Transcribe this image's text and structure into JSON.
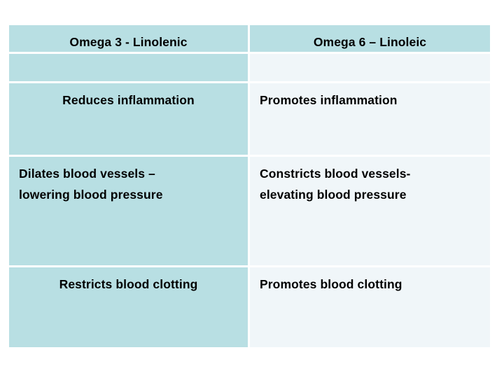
{
  "table": {
    "columns": [
      {
        "header": "Omega 3 - Linolenic",
        "align": "center"
      },
      {
        "header": "Omega 6 – Linoleic",
        "align": "center"
      }
    ],
    "spacer_row": {
      "left": "",
      "right": ""
    },
    "rows": [
      {
        "left": "Reduces inflammation",
        "right": "Promotes inflammation"
      },
      {
        "left": "Dilates blood vessels –\nlowering blood pressure",
        "right": "Constricts blood vessels-\nelevating blood pressure"
      },
      {
        "left": "Restricts blood clotting",
        "right": "Promotes blood clotting"
      }
    ]
  },
  "colors": {
    "page_background": "#ffffff",
    "left_column_fill": "#b8dfe3",
    "right_column_fill": "#f0f6f9",
    "header_fill": "#b8dfe3",
    "gridline": "#ffffff",
    "text": "#000000"
  }
}
